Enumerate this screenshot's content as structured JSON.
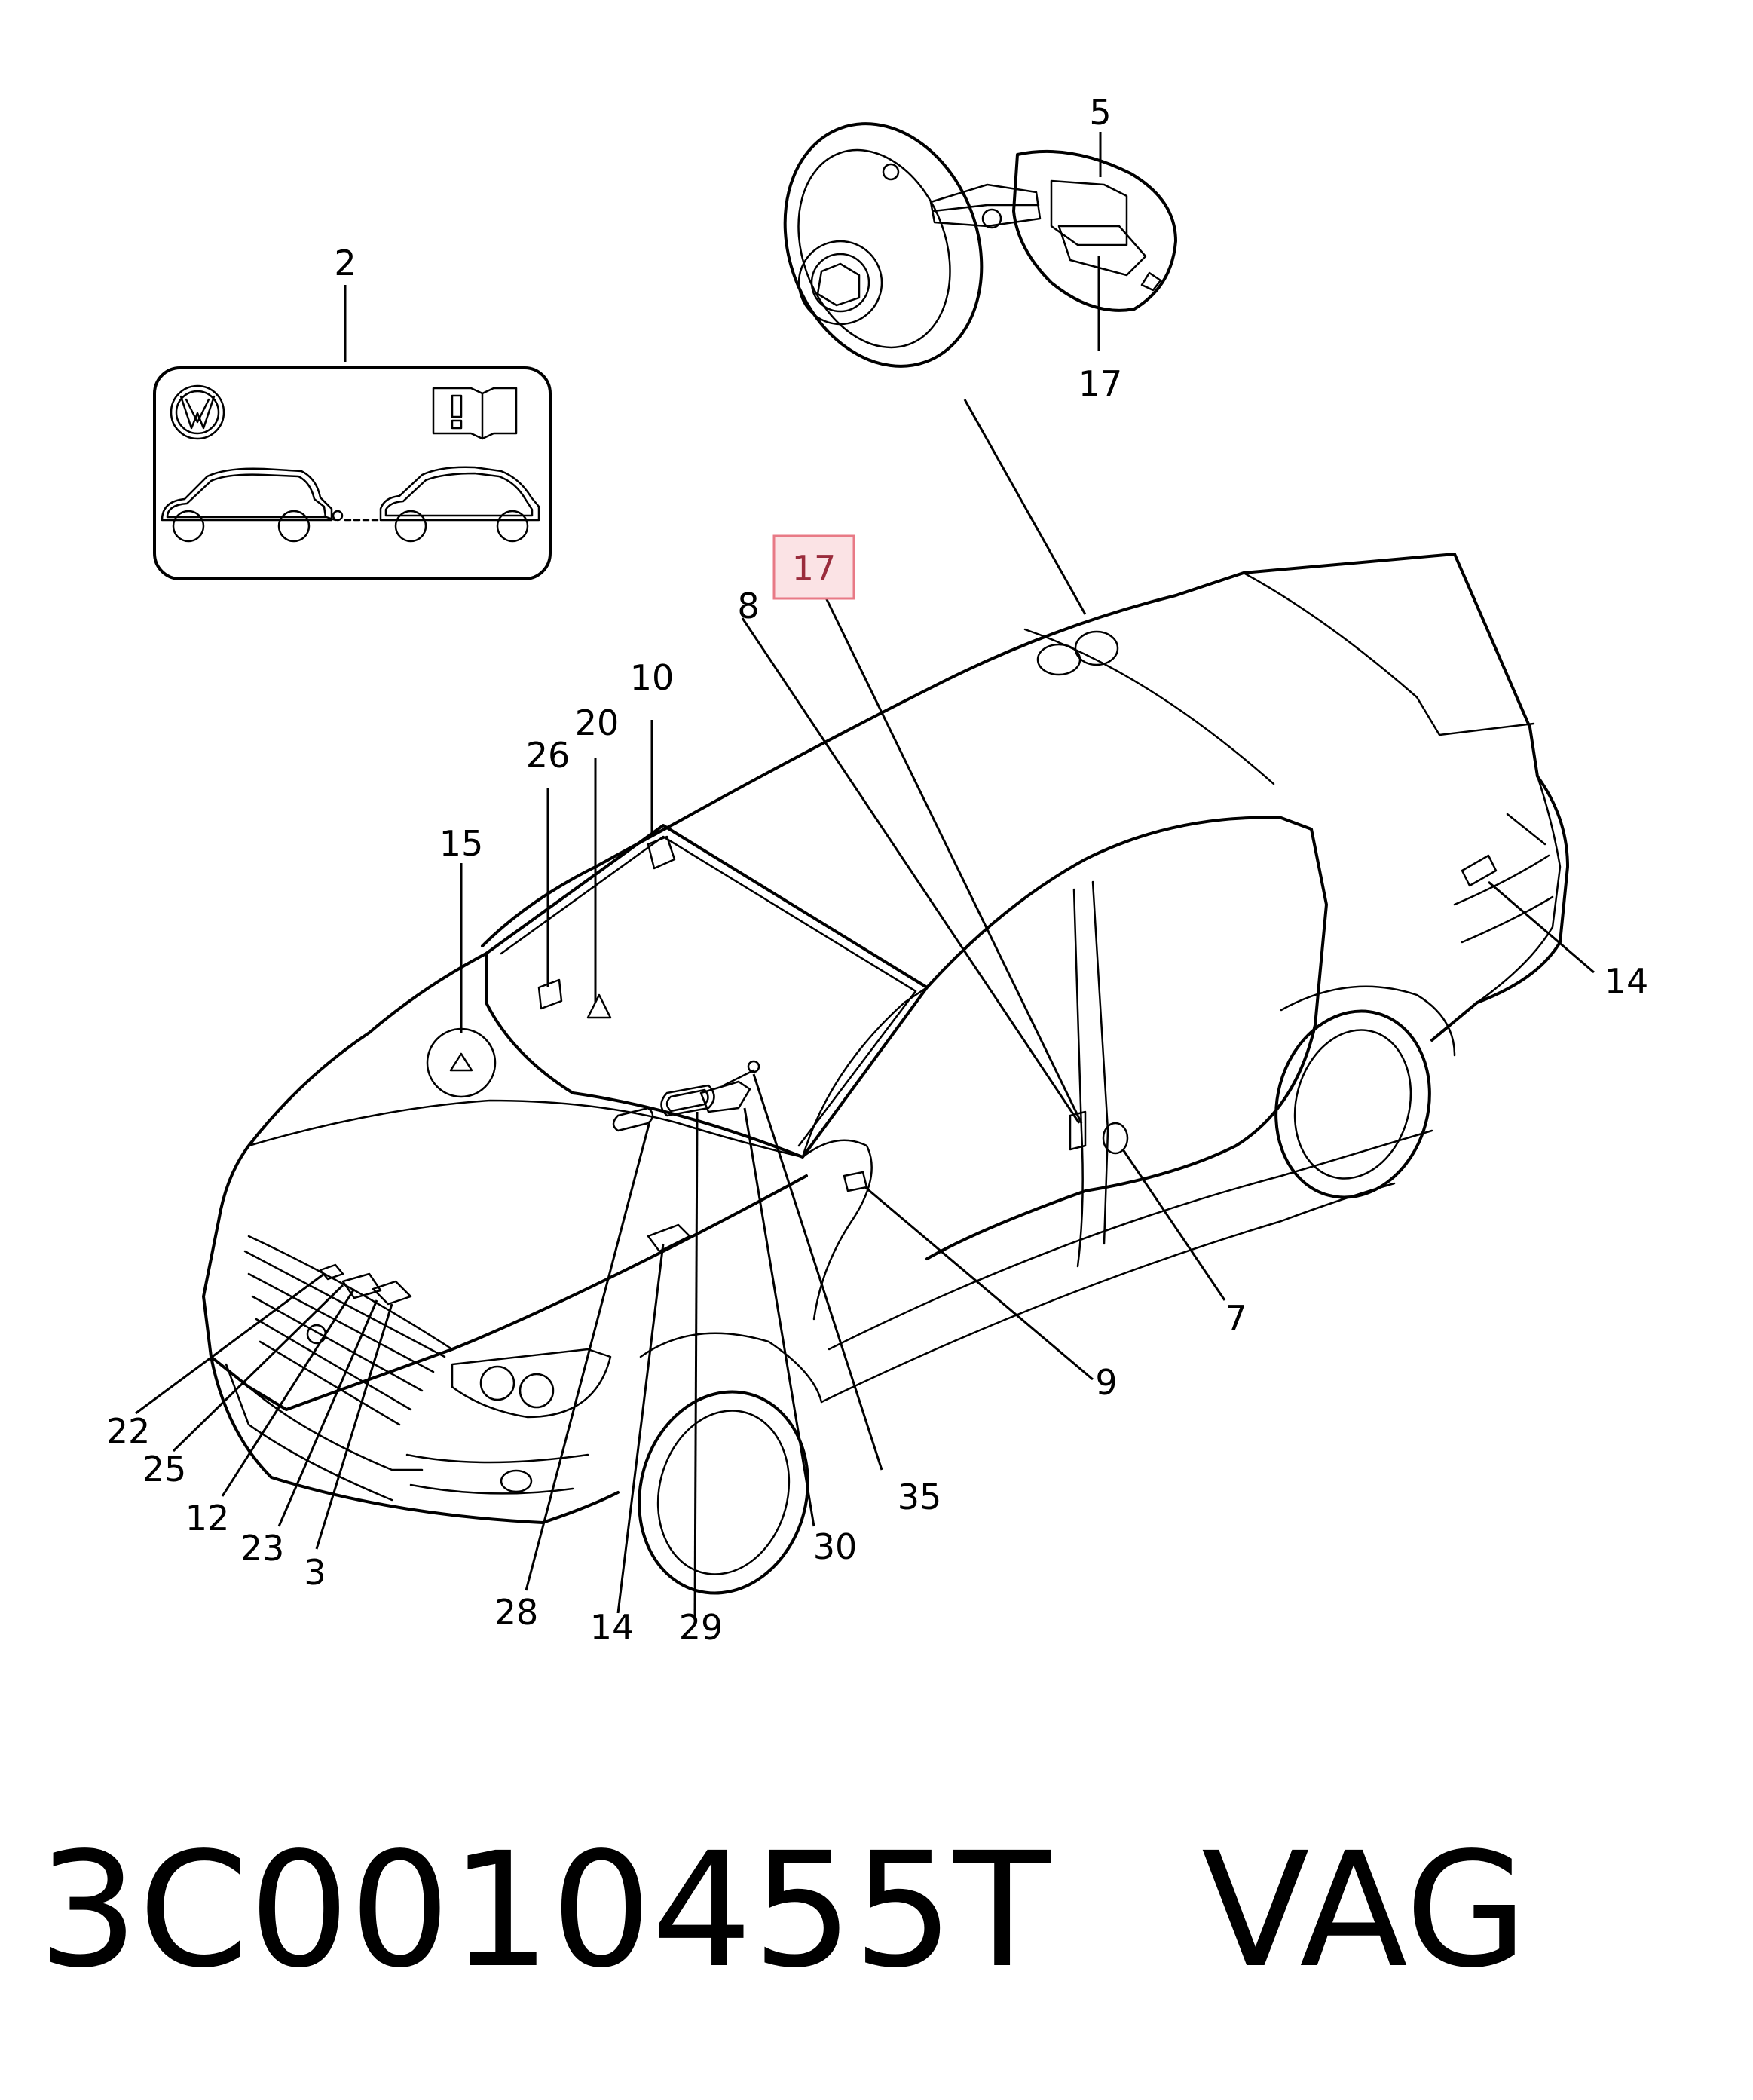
{
  "labels": {
    "l2": "2",
    "l5": "5",
    "l17_top": "17",
    "l17_highlight": "17",
    "l8": "8",
    "l10": "10",
    "l20": "20",
    "l26": "26",
    "l15": "15",
    "l14_right": "14",
    "l7": "7",
    "l9": "9",
    "l22": "22",
    "l25": "25",
    "l12": "12",
    "l23": "23",
    "l3": "3",
    "l28": "28",
    "l14_bottom": "14",
    "l29": "29",
    "l30": "30",
    "l35": "35"
  },
  "footer": {
    "part_number": "3C0010455T",
    "brand": "VAG"
  },
  "colors": {
    "highlight_fill": "#fbe3e5",
    "highlight_border": "#e87a86",
    "line": "#000000"
  }
}
